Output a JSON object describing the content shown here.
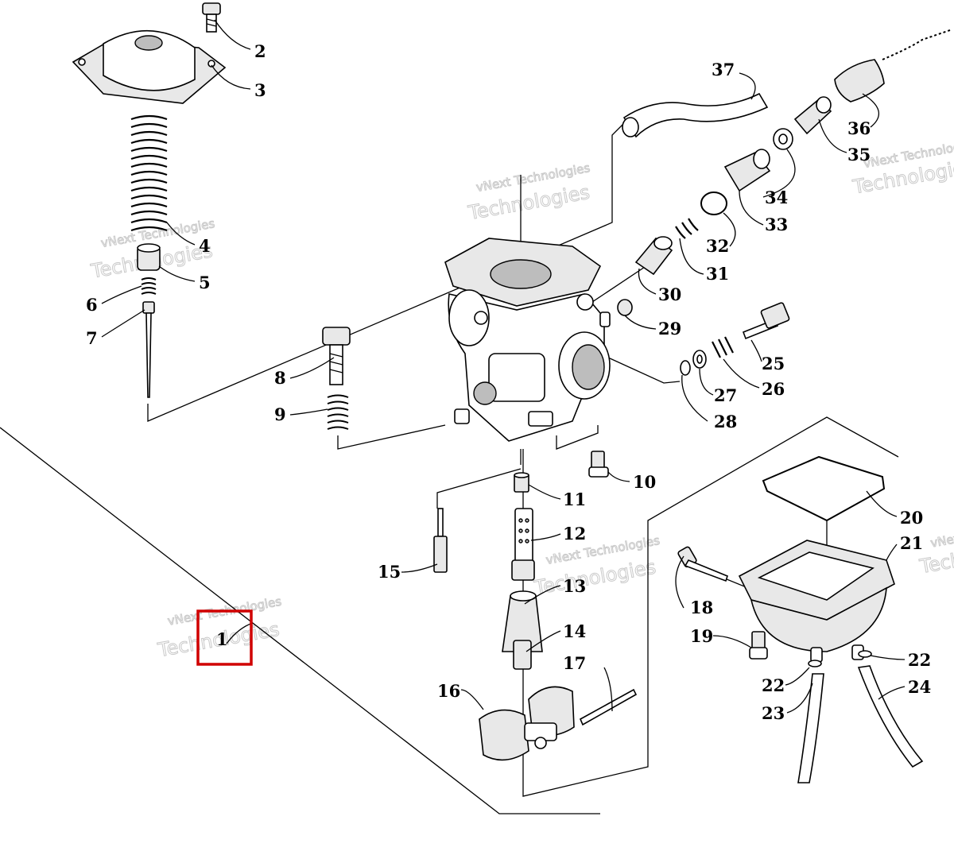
{
  "diagram": {
    "highlight_color": "#d00000",
    "highlighted_part": "1",
    "watermark": {
      "line1": "vNext Technologies",
      "line2": "vNext\nTechnologies"
    },
    "parts": [
      "1",
      "2",
      "3",
      "4",
      "5",
      "6",
      "7",
      "8",
      "9",
      "10",
      "11",
      "12",
      "13",
      "14",
      "15",
      "16",
      "17",
      "18",
      "19",
      "20",
      "21",
      "22",
      "22",
      "23",
      "24",
      "25",
      "26",
      "27",
      "28",
      "29",
      "30",
      "31",
      "32",
      "33",
      "34",
      "35",
      "36",
      "37"
    ]
  }
}
